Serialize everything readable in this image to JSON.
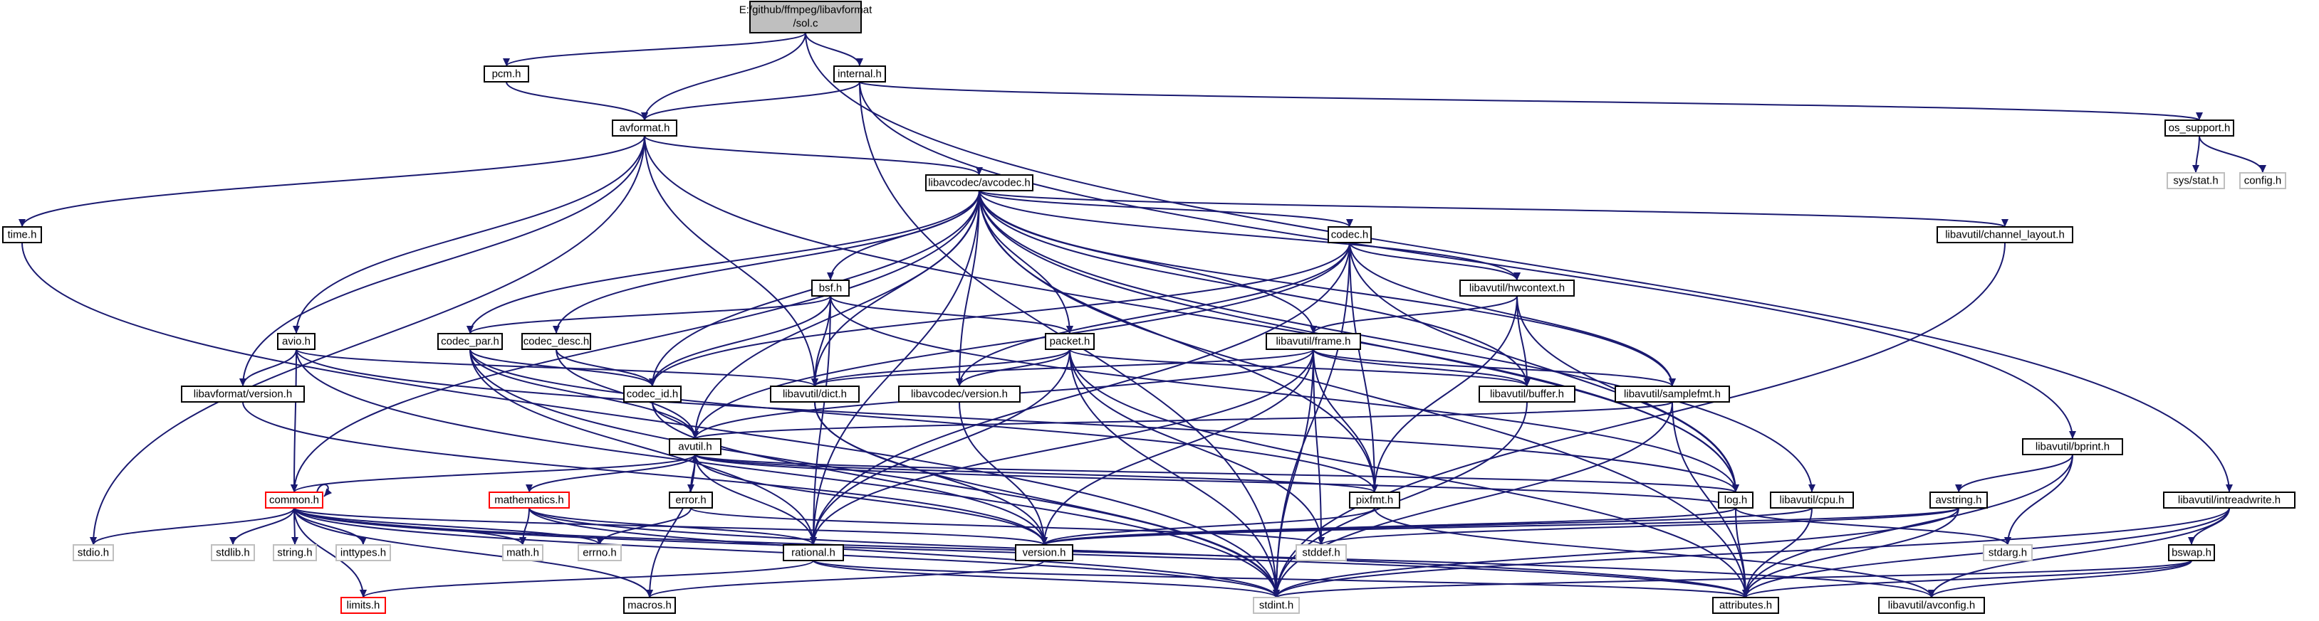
{
  "root": {
    "line1": "E:/github/ffmpeg/libavformat",
    "line2": "/sol.c"
  },
  "nodes": [
    {
      "id": "pcm_h",
      "label": "pcm.h"
    },
    {
      "id": "internal_h",
      "label": "internal.h"
    },
    {
      "id": "avformat_h",
      "label": "avformat.h"
    },
    {
      "id": "os_support_h",
      "label": "os_support.h"
    },
    {
      "id": "sys_stat_h",
      "label": "sys/stat.h"
    },
    {
      "id": "config_h",
      "label": "config.h"
    },
    {
      "id": "avcodec_h",
      "label": "libavcodec/avcodec.h"
    },
    {
      "id": "time_h",
      "label": "time.h"
    },
    {
      "id": "channel_layout_h",
      "label": "libavutil/channel_layout.h"
    },
    {
      "id": "codec_h",
      "label": "codec.h"
    },
    {
      "id": "bsf_h",
      "label": "bsf.h"
    },
    {
      "id": "hwcontext_h",
      "label": "libavutil/hwcontext.h"
    },
    {
      "id": "avio_h",
      "label": "avio.h"
    },
    {
      "id": "codec_par_h",
      "label": "codec_par.h"
    },
    {
      "id": "codec_desc_h",
      "label": "codec_desc.h"
    },
    {
      "id": "packet_h",
      "label": "packet.h"
    },
    {
      "id": "frame_h",
      "label": "libavutil/frame.h"
    },
    {
      "id": "lavf_version_h",
      "label": "libavformat/version.h"
    },
    {
      "id": "codec_id_h",
      "label": "codec_id.h"
    },
    {
      "id": "dict_h",
      "label": "libavutil/dict.h"
    },
    {
      "id": "lavc_version_h",
      "label": "libavcodec/version.h"
    },
    {
      "id": "buffer_h",
      "label": "libavutil/buffer.h"
    },
    {
      "id": "samplefmt_h",
      "label": "libavutil/samplefmt.h"
    },
    {
      "id": "avutil_h",
      "label": "avutil.h"
    },
    {
      "id": "bprint_h",
      "label": "libavutil/bprint.h"
    },
    {
      "id": "common_h",
      "label": "common.h"
    },
    {
      "id": "mathematics_h",
      "label": "mathematics.h"
    },
    {
      "id": "error_h",
      "label": "error.h"
    },
    {
      "id": "pixfmt_h",
      "label": "pixfmt.h"
    },
    {
      "id": "log_h",
      "label": "log.h"
    },
    {
      "id": "cpu_h",
      "label": "libavutil/cpu.h"
    },
    {
      "id": "avstring_h",
      "label": "avstring.h"
    },
    {
      "id": "intreadwrite_h",
      "label": "libavutil/intreadwrite.h"
    },
    {
      "id": "stdio_h",
      "label": "stdio.h"
    },
    {
      "id": "stdlib_h",
      "label": "stdlib.h"
    },
    {
      "id": "string_h",
      "label": "string.h"
    },
    {
      "id": "inttypes_h",
      "label": "inttypes.h"
    },
    {
      "id": "math_h",
      "label": "math.h"
    },
    {
      "id": "errno_h",
      "label": "errno.h"
    },
    {
      "id": "rational_h",
      "label": "rational.h"
    },
    {
      "id": "version_h",
      "label": "version.h"
    },
    {
      "id": "stddef_h",
      "label": "stddef.h"
    },
    {
      "id": "stdarg_h",
      "label": "stdarg.h"
    },
    {
      "id": "bswap_h",
      "label": "bswap.h"
    },
    {
      "id": "limits_h",
      "label": "limits.h"
    },
    {
      "id": "macros_h",
      "label": "macros.h"
    },
    {
      "id": "stdint_h",
      "label": "stdint.h"
    },
    {
      "id": "attributes_h",
      "label": "attributes.h"
    },
    {
      "id": "avconfig_h",
      "label": "libavutil/avconfig.h"
    }
  ],
  "edges": [
    [
      "root",
      "pcm_h"
    ],
    [
      "root",
      "internal_h"
    ],
    [
      "root",
      "avformat_h"
    ],
    [
      "root",
      "intreadwrite_h"
    ],
    [
      "pcm_h",
      "avformat_h"
    ],
    [
      "internal_h",
      "avformat_h"
    ],
    [
      "internal_h",
      "os_support_h"
    ],
    [
      "internal_h",
      "bprint_h"
    ],
    [
      "internal_h",
      "stdint_h"
    ],
    [
      "os_support_h",
      "sys_stat_h"
    ],
    [
      "os_support_h",
      "config_h"
    ],
    [
      "avformat_h",
      "time_h"
    ],
    [
      "avformat_h",
      "stdio_h"
    ],
    [
      "avformat_h",
      "lavf_version_h"
    ],
    [
      "avformat_h",
      "avio_h"
    ],
    [
      "avformat_h",
      "avcodec_h"
    ],
    [
      "avformat_h",
      "dict_h"
    ],
    [
      "avformat_h",
      "log_h"
    ],
    [
      "time_h",
      "stdint_h"
    ],
    [
      "avcodec_h",
      "channel_layout_h"
    ],
    [
      "avcodec_h",
      "codec_h"
    ],
    [
      "avcodec_h",
      "bsf_h"
    ],
    [
      "avcodec_h",
      "hwcontext_h"
    ],
    [
      "avcodec_h",
      "codec_par_h"
    ],
    [
      "avcodec_h",
      "codec_desc_h"
    ],
    [
      "avcodec_h",
      "packet_h"
    ],
    [
      "avcodec_h",
      "frame_h"
    ],
    [
      "avcodec_h",
      "codec_id_h"
    ],
    [
      "avcodec_h",
      "dict_h"
    ],
    [
      "avcodec_h",
      "lavc_version_h"
    ],
    [
      "avcodec_h",
      "buffer_h"
    ],
    [
      "avcodec_h",
      "samplefmt_h"
    ],
    [
      "avcodec_h",
      "avutil_h"
    ],
    [
      "avcodec_h",
      "rational_h"
    ],
    [
      "avcodec_h",
      "pixfmt_h"
    ],
    [
      "avcodec_h",
      "log_h"
    ],
    [
      "avcodec_h",
      "cpu_h"
    ],
    [
      "avcodec_h",
      "attributes_h"
    ],
    [
      "avcodec_h",
      "common_h"
    ],
    [
      "channel_layout_h",
      "stdint_h"
    ],
    [
      "codec_h",
      "hwcontext_h"
    ],
    [
      "codec_h",
      "codec_id_h"
    ],
    [
      "codec_h",
      "lavc_version_h"
    ],
    [
      "codec_h",
      "samplefmt_h"
    ],
    [
      "codec_h",
      "pixfmt_h"
    ],
    [
      "codec_h",
      "rational_h"
    ],
    [
      "codec_h",
      "log_h"
    ],
    [
      "codec_h",
      "stdint_h"
    ],
    [
      "codec_h",
      "avutil_h"
    ],
    [
      "bsf_h",
      "codec_par_h"
    ],
    [
      "bsf_h",
      "packet_h"
    ],
    [
      "bsf_h",
      "codec_id_h"
    ],
    [
      "bsf_h",
      "dict_h"
    ],
    [
      "bsf_h",
      "log_h"
    ],
    [
      "bsf_h",
      "rational_h"
    ],
    [
      "hwcontext_h",
      "frame_h"
    ],
    [
      "hwcontext_h",
      "buffer_h"
    ],
    [
      "hwcontext_h",
      "pixfmt_h"
    ],
    [
      "hwcontext_h",
      "log_h"
    ],
    [
      "avio_h",
      "lavf_version_h"
    ],
    [
      "avio_h",
      "common_h"
    ],
    [
      "avio_h",
      "dict_h"
    ],
    [
      "avio_h",
      "stdint_h"
    ],
    [
      "avio_h",
      "log_h"
    ],
    [
      "lavf_version_h",
      "version_h"
    ],
    [
      "codec_par_h",
      "codec_id_h"
    ],
    [
      "codec_par_h",
      "avutil_h"
    ],
    [
      "codec_par_h",
      "rational_h"
    ],
    [
      "codec_par_h",
      "pixfmt_h"
    ],
    [
      "codec_par_h",
      "stdint_h"
    ],
    [
      "codec_desc_h",
      "codec_id_h"
    ],
    [
      "codec_desc_h",
      "avutil_h"
    ],
    [
      "packet_h",
      "dict_h"
    ],
    [
      "packet_h",
      "buffer_h"
    ],
    [
      "packet_h",
      "lavc_version_h"
    ],
    [
      "packet_h",
      "rational_h"
    ],
    [
      "packet_h",
      "stddef_h"
    ],
    [
      "packet_h",
      "stdint_h"
    ],
    [
      "packet_h",
      "attributes_h"
    ],
    [
      "frame_h",
      "dict_h"
    ],
    [
      "frame_h",
      "buffer_h"
    ],
    [
      "frame_h",
      "samplefmt_h"
    ],
    [
      "frame_h",
      "avutil_h"
    ],
    [
      "frame_h",
      "pixfmt_h"
    ],
    [
      "frame_h",
      "rational_h"
    ],
    [
      "frame_h",
      "version_h"
    ],
    [
      "frame_h",
      "stddef_h"
    ],
    [
      "frame_h",
      "stdint_h"
    ],
    [
      "codec_id_h",
      "avutil_h"
    ],
    [
      "codec_id_h",
      "version_h"
    ],
    [
      "dict_h",
      "stdint_h"
    ],
    [
      "dict_h",
      "version_h"
    ],
    [
      "lavc_version_h",
      "version_h"
    ],
    [
      "buffer_h",
      "stdint_h"
    ],
    [
      "samplefmt_h",
      "avutil_h"
    ],
    [
      "samplefmt_h",
      "attributes_h"
    ],
    [
      "samplefmt_h",
      "stdint_h"
    ],
    [
      "avutil_h",
      "common_h"
    ],
    [
      "avutil_h",
      "mathematics_h"
    ],
    [
      "avutil_h",
      "error_h"
    ],
    [
      "avutil_h",
      "rational_h"
    ],
    [
      "avutil_h",
      "version_h"
    ],
    [
      "avutil_h",
      "macros_h"
    ],
    [
      "avutil_h",
      "pixfmt_h"
    ],
    [
      "avutil_h",
      "log_h"
    ],
    [
      "bprint_h",
      "avstring_h"
    ],
    [
      "bprint_h",
      "stdarg_h"
    ],
    [
      "bprint_h",
      "attributes_h"
    ],
    [
      "common_h",
      "stdio_h"
    ],
    [
      "common_h",
      "stdlib_h"
    ],
    [
      "common_h",
      "string_h"
    ],
    [
      "common_h",
      "inttypes_h"
    ],
    [
      "common_h",
      "math_h"
    ],
    [
      "common_h",
      "errno_h"
    ],
    [
      "common_h",
      "limits_h"
    ],
    [
      "common_h",
      "stdint_h"
    ],
    [
      "common_h",
      "attributes_h"
    ],
    [
      "common_h",
      "macros_h"
    ],
    [
      "common_h",
      "version_h"
    ],
    [
      "common_h",
      "avconfig_h"
    ],
    [
      "common_h",
      "common_h"
    ],
    [
      "mathematics_h",
      "math_h"
    ],
    [
      "mathematics_h",
      "rational_h"
    ],
    [
      "mathematics_h",
      "attributes_h"
    ],
    [
      "mathematics_h",
      "stdint_h"
    ],
    [
      "error_h",
      "errno_h"
    ],
    [
      "error_h",
      "stddef_h"
    ],
    [
      "pixfmt_h",
      "version_h"
    ],
    [
      "pixfmt_h",
      "avconfig_h"
    ],
    [
      "log_h",
      "stdarg_h"
    ],
    [
      "log_h",
      "attributes_h"
    ],
    [
      "log_h",
      "version_h"
    ],
    [
      "log_h",
      "avutil_h"
    ],
    [
      "cpu_h",
      "attributes_h"
    ],
    [
      "cpu_h",
      "version_h"
    ],
    [
      "avstring_h",
      "stddef_h"
    ],
    [
      "avstring_h",
      "stdint_h"
    ],
    [
      "avstring_h",
      "attributes_h"
    ],
    [
      "avstring_h",
      "version_h"
    ],
    [
      "intreadwrite_h",
      "bswap_h"
    ],
    [
      "intreadwrite_h",
      "stdint_h"
    ],
    [
      "intreadwrite_h",
      "avconfig_h"
    ],
    [
      "intreadwrite_h",
      "attributes_h"
    ],
    [
      "bswap_h",
      "stdint_h"
    ],
    [
      "bswap_h",
      "avconfig_h"
    ],
    [
      "bswap_h",
      "attributes_h"
    ],
    [
      "rational_h",
      "stdint_h"
    ],
    [
      "rational_h",
      "limits_h"
    ],
    [
      "rational_h",
      "attributes_h"
    ],
    [
      "version_h",
      "macros_h"
    ]
  ]
}
